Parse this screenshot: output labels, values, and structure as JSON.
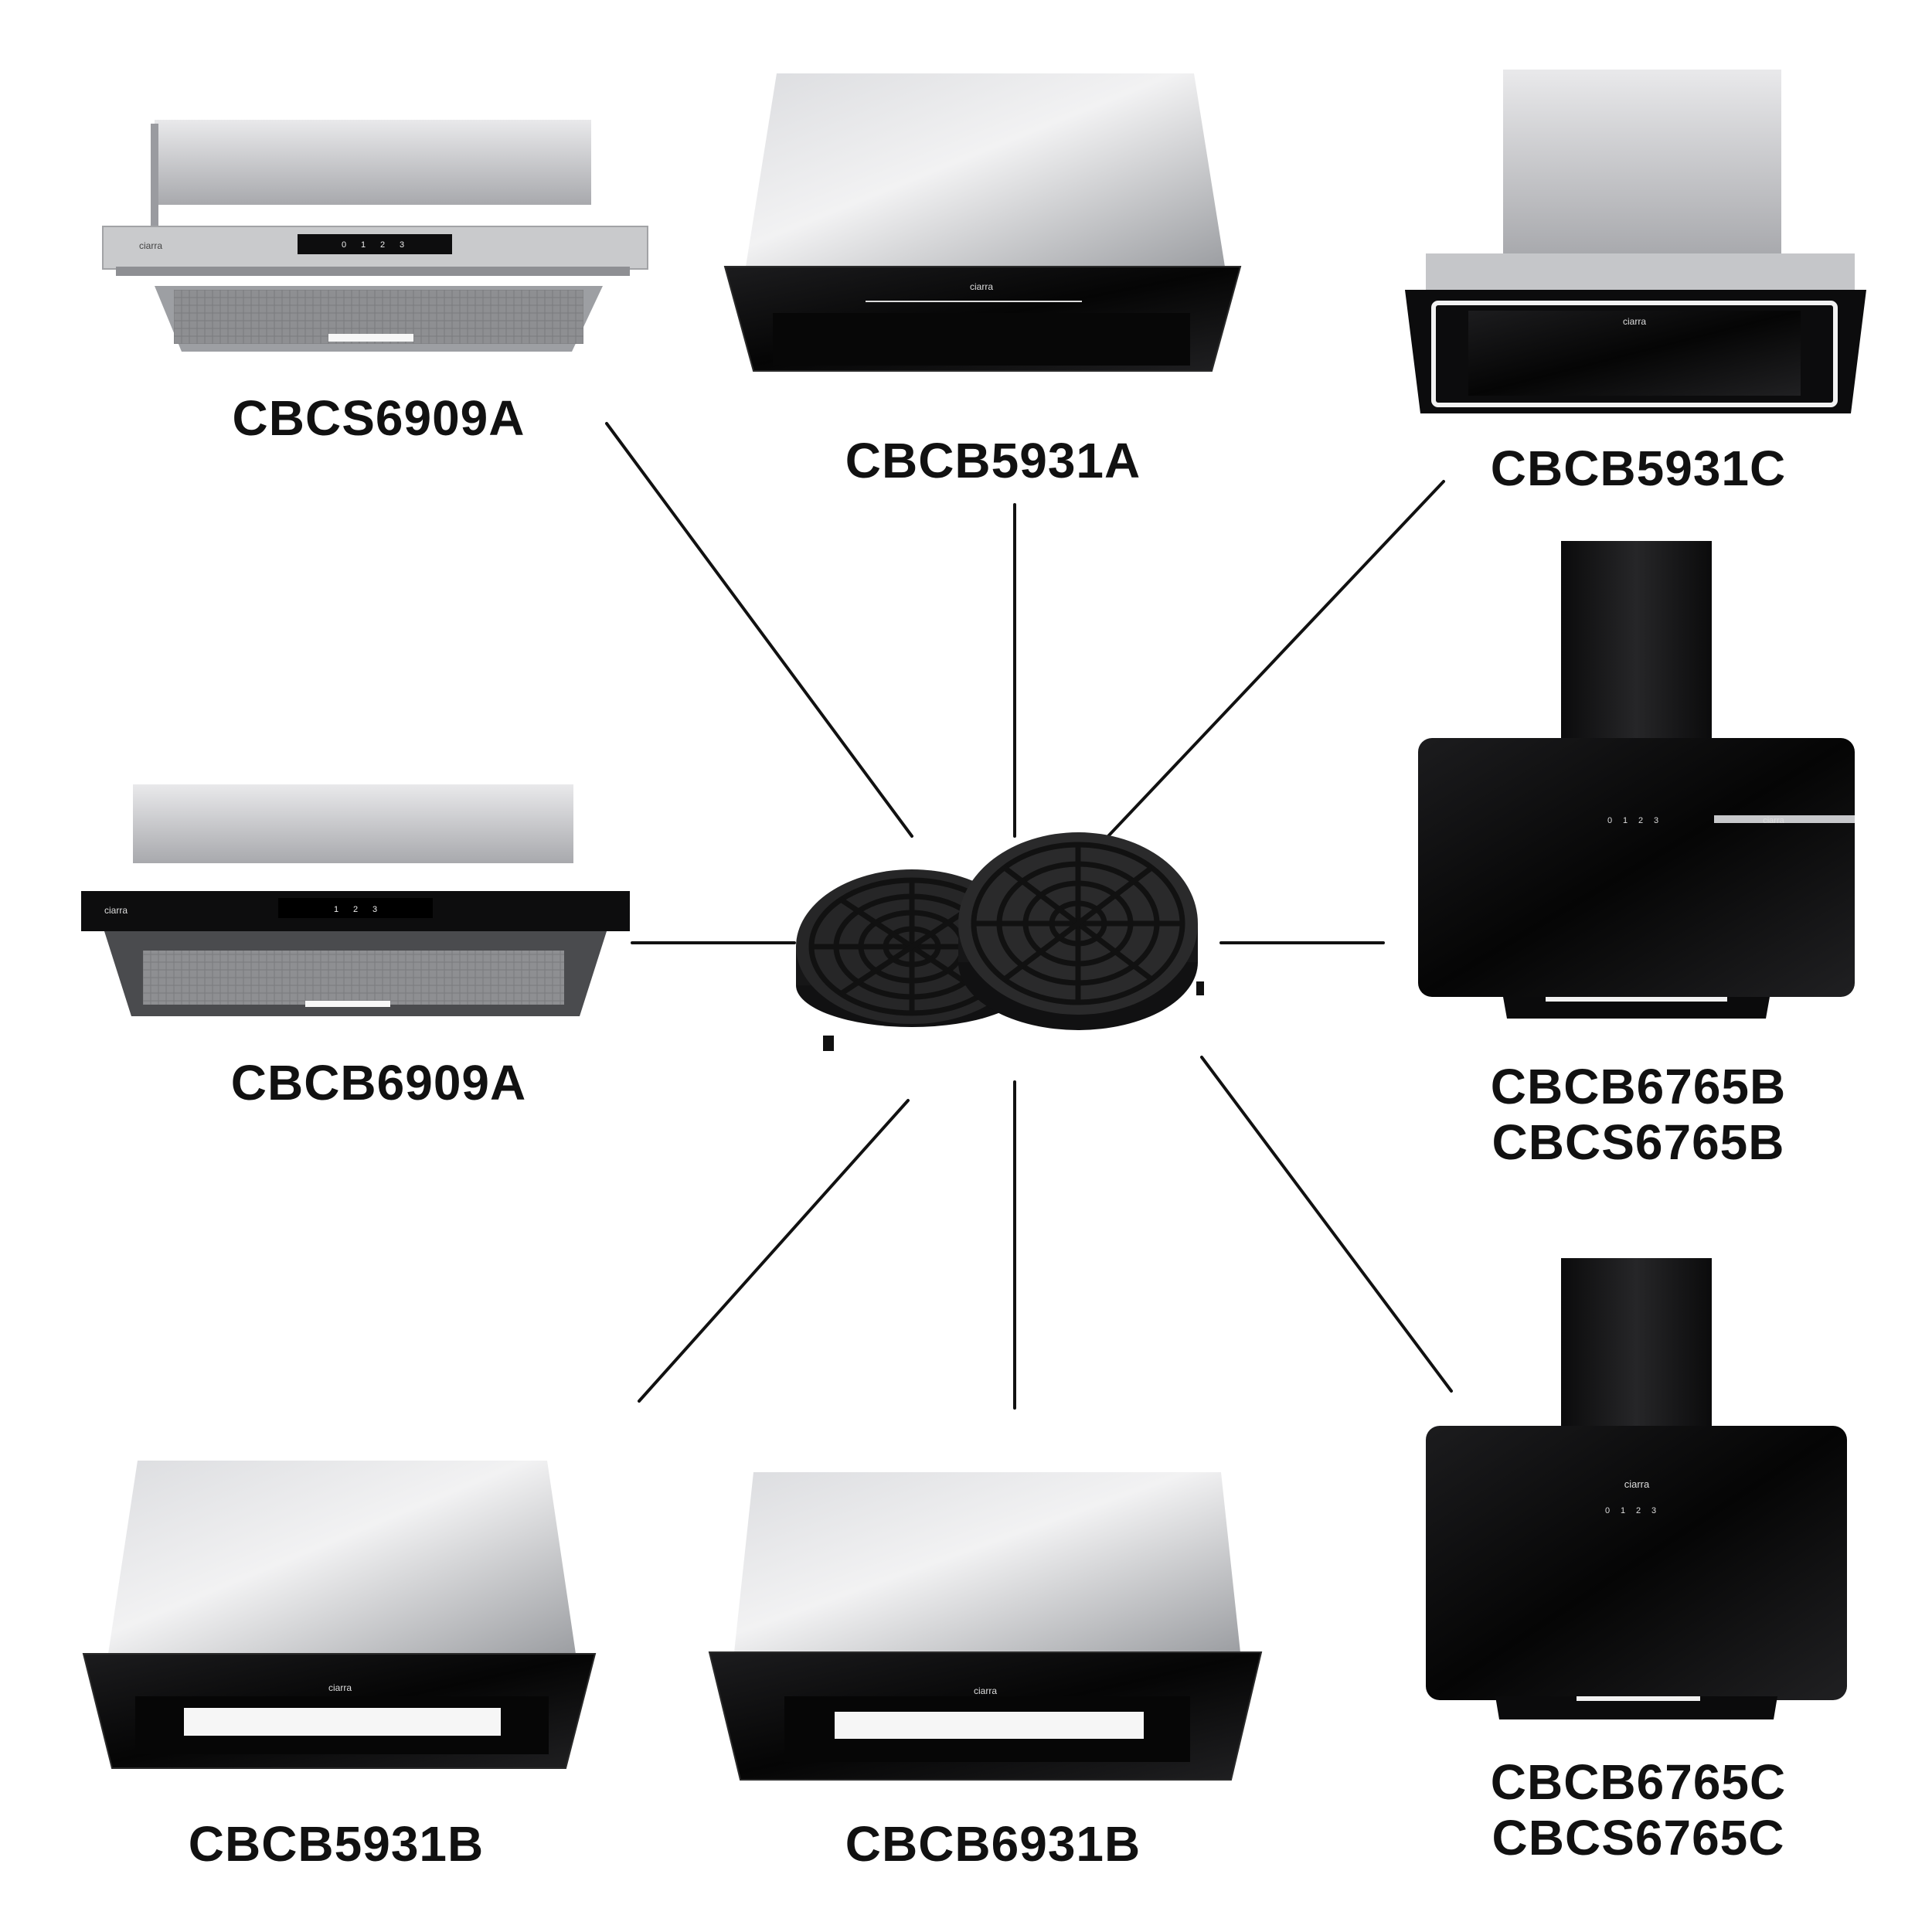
{
  "colors": {
    "background": "#ffffff",
    "text": "#111111",
    "connector": "#111111",
    "stainless": "#bfc0c2",
    "glass_black": "#0b0b0c",
    "filter_black": "#1e1e1f",
    "led": "#f4f4f4"
  },
  "center": {
    "icon": "round-carbon-filter-pair"
  },
  "brand": "ciarra",
  "controls": [
    "0",
    "1",
    "2",
    "3"
  ],
  "products": [
    {
      "id": "cbcs6909a",
      "labels": [
        "CBCS6909A"
      ],
      "icon": "telescopic-hood-stainless"
    },
    {
      "id": "cbcb5931a",
      "labels": [
        "CBCB5931A"
      ],
      "icon": "canopy-hood-black-glass"
    },
    {
      "id": "cbcb5931c",
      "labels": [
        "CBCB5931C"
      ],
      "icon": "canopy-hood-led-frame"
    },
    {
      "id": "cbcb6909a",
      "labels": [
        "CBCB6909A"
      ],
      "icon": "telescopic-hood-black"
    },
    {
      "id": "cbcb6765b",
      "labels": [
        "CBCB6765B",
        "CBCS6765B"
      ],
      "icon": "angled-wall-hood-black"
    },
    {
      "id": "cbcb5931b",
      "labels": [
        "CBCB5931B"
      ],
      "icon": "canopy-hood-black-glass"
    },
    {
      "id": "cbcb6931b",
      "labels": [
        "CBCB6931B"
      ],
      "icon": "canopy-hood-black-glass"
    },
    {
      "id": "cbcb6765c",
      "labels": [
        "CBCB6765C",
        "CBCS6765C"
      ],
      "icon": "angled-wall-hood-black"
    }
  ]
}
